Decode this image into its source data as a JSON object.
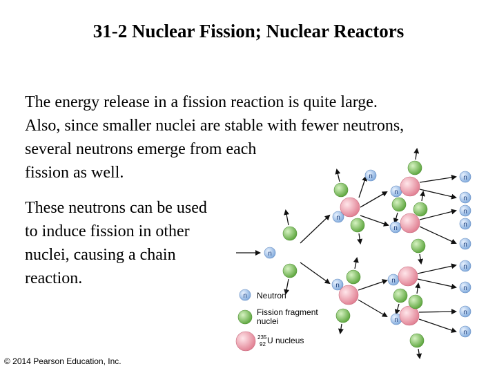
{
  "slide": {
    "title": "31-2 Nuclear Fission; Nuclear Reactors",
    "paragraph1": "The energy release in a fission reaction is quite large.\nAlso, since smaller nuclei are stable with fewer neutrons,\nseveral neutrons emerge from each\nfission as well.",
    "paragraph2": "These neutrons can be used\nto induce fission in other\nnuclei, causing a chain\nreaction.",
    "copyright": "© 2014 Pearson Education, Inc."
  },
  "diagram": {
    "neutron_symbol": "n",
    "legend": {
      "neutron": "Neutron",
      "fragment_line1": "Fission fragment",
      "fragment_line2": "nuclei",
      "mass_number": "235",
      "atomic_number": "92",
      "uranium_label": "U nucleus"
    },
    "colors": {
      "neutron": "#a9c8ef",
      "fragment": "#8fce6d",
      "uranium": "#f3a9b6",
      "arrow": "#111111",
      "neutron_letter": "#1a3d7a"
    }
  }
}
